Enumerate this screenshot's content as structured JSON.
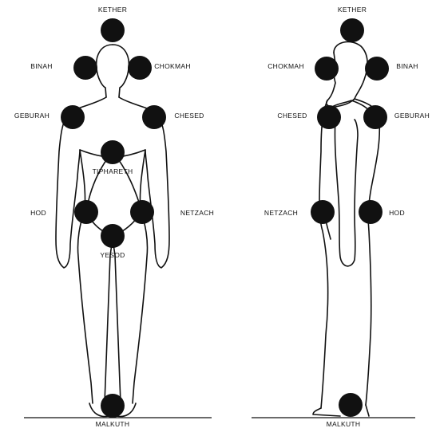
{
  "colors": {
    "ink": "#111111",
    "paper": "#ffffff"
  },
  "figures": [
    {
      "id": "front",
      "labels": {
        "kether": "KETHER",
        "binah": "BINAH",
        "chokmah": "CHOKMAH",
        "geburah": "GEBURAH",
        "chesed": "CHESED",
        "tiphareth": "TIPHARETH",
        "hod": "HOD",
        "netzach": "NETZACH",
        "yesod": "YESOD",
        "malkuth": "MALKUTH"
      }
    },
    {
      "id": "side",
      "labels": {
        "kether": "KETHER",
        "chokmah": "CHOKMAH",
        "binah": "BINAH",
        "chesed": "CHESED",
        "geburah": "GEBURAH",
        "netzach": "NETZACH",
        "hod": "HOD",
        "malkuth": "MALKUTH"
      }
    }
  ]
}
